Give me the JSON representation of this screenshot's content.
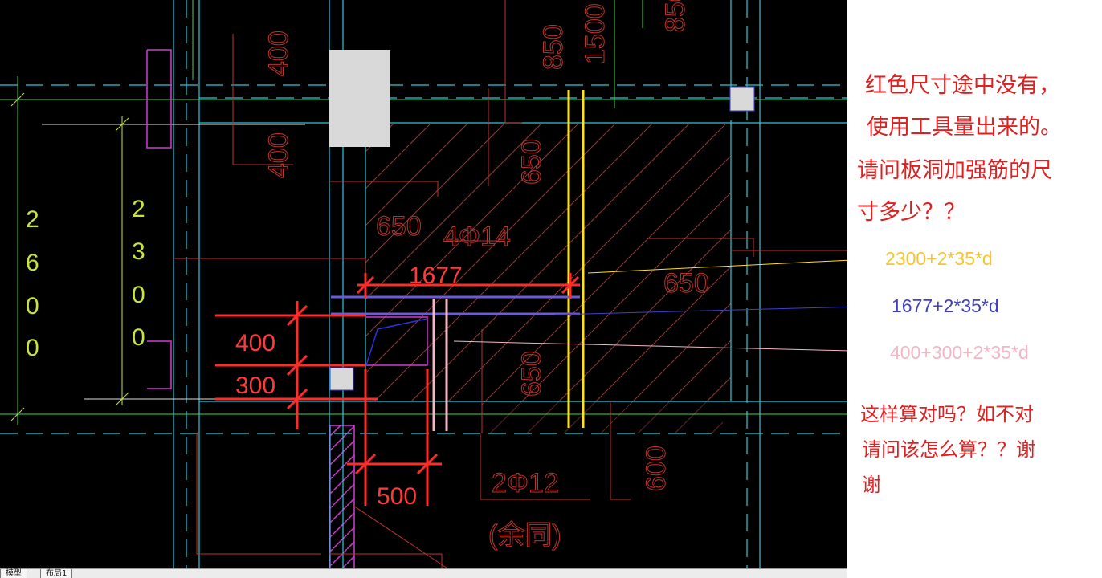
{
  "drawing": {
    "dims_left": [
      "2",
      "6",
      "0",
      "0"
    ],
    "dims_left2": [
      "2",
      "3",
      "0",
      "0"
    ],
    "dim_400_top": "400",
    "dim_400_bot": "400",
    "dim_850_a": "850",
    "dim_1500": "1500",
    "dim_850_b": "850",
    "dim_650_a": "650",
    "dim_650_b": "650",
    "rebar_top": "4Φ14",
    "dim_650_c": "650",
    "dim_650_d": "650",
    "measured_1677": "1677",
    "measured_400": "400",
    "measured_300": "300",
    "measured_500": "500",
    "rebar_bottom": "2Φ12",
    "rebar_note": "(余同)",
    "dim_600": "600"
  },
  "tabs": [
    "模型",
    "布局1"
  ],
  "notes": {
    "line1": "红色尺寸途中没有，",
    "line2": "使用工具量出来的。",
    "line3": "请问板洞加强筋的尺",
    "line4": "寸多少？？",
    "q_line1": "这样算对吗？如不对",
    "q_line2": "请问该怎么算？？谢",
    "q_line3": "谢"
  },
  "formulas": [
    {
      "text": "2300+2*35*d",
      "color": "#f5c531"
    },
    {
      "text": "1677+2*35*d",
      "color": "#3f3fbf"
    },
    {
      "text": "400+300+2*35*d",
      "color": "#f4b6c4"
    }
  ]
}
